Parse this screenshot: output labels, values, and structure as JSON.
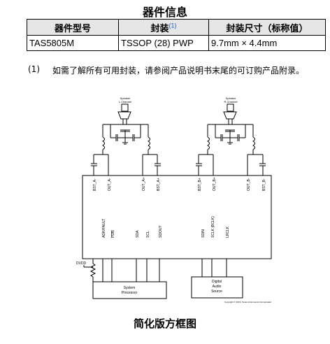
{
  "page_title": "器件信息",
  "table": {
    "headers": [
      "器件型号",
      "封装",
      "封装尺寸（标称值）"
    ],
    "header_footnote": "(1)",
    "rows": [
      [
        "TAS5805M",
        "TSSOP (28) PWP",
        "9.7mm × 4.4mm"
      ]
    ]
  },
  "footnote": {
    "number": "(1)",
    "text": "如需了解所有可用封装，请参阅产品说明书末尾的可订购产品附录。"
  },
  "diagram": {
    "speaker_left": [
      "Speaker",
      "L Channel"
    ],
    "speaker_right": [
      "Speaker",
      "R Channel"
    ],
    "top_pins": [
      "BST_A-",
      "OUT_A-",
      "OUT_A+",
      "BST_A+",
      "BST_B+",
      "OUT_B+",
      "OUT_B-",
      "BST_B-"
    ],
    "bottom_pins": [
      "ADR/FAULT",
      "PDN",
      "SDA",
      "SCL",
      "SDOUT",
      "SDIN",
      "SCLK (BCLK)",
      "LRCLK"
    ],
    "dvdd_label": "DVDD",
    "system_processor": [
      "System",
      "Processor"
    ],
    "audio_source": [
      "Digital",
      "Audio",
      "Source"
    ],
    "copyright": "Copyright © 2016, Texas Instruments Incorporated"
  },
  "caption": "简化版方框图"
}
